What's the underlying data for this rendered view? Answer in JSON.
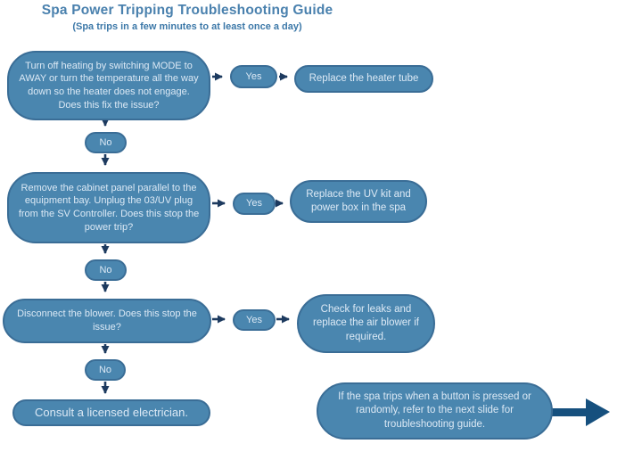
{
  "title": "Spa Power Tripping Troubleshooting Guide",
  "subtitle": "(Spa trips in a few minutes to at least once a day)",
  "colors": {
    "node_fill": "#4a86af",
    "node_border": "#3a6d96",
    "node_text": "#dce9f5",
    "title_text": "#4a81ae",
    "connector_arrow": "#1d3a5f",
    "next_slide_arrow": "#16507e"
  },
  "flow": {
    "steps": [
      {
        "question": "Turn off heating by switching MODE to AWAY or turn the temperature all the way down so the heater does not engage. Does this fix the issue?",
        "yes_label": "Yes",
        "yes_action": "Replace the heater tube",
        "no_label": "No"
      },
      {
        "question": "Remove the cabinet panel parallel to the equipment bay. Unplug the 03/UV plug from the SV Controller. Does this stop the power trip?",
        "yes_label": "Yes",
        "yes_action": "Replace the UV kit and power box in the spa",
        "no_label": "No"
      },
      {
        "question": "Disconnect the blower. Does this stop the issue?",
        "yes_label": "Yes",
        "yes_action": "Check for leaks and replace the air blower if required.",
        "no_label": "No"
      }
    ],
    "final_action": "Consult a licensed electrician.",
    "note": "If the spa trips when a button is pressed or randomly, refer to the next slide for troubleshooting guide."
  }
}
